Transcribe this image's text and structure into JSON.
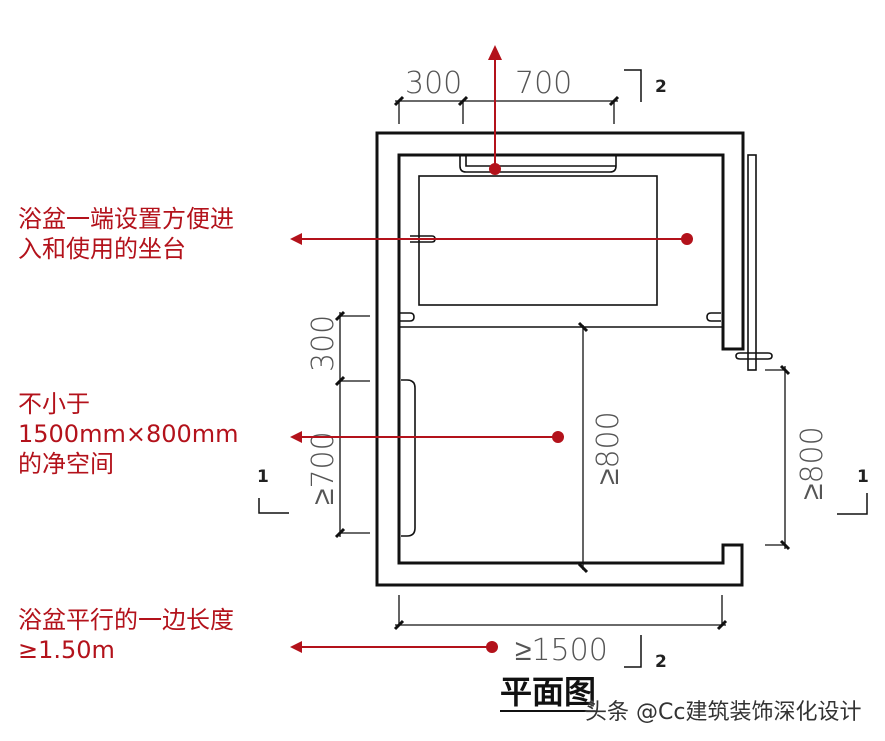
{
  "dimensions": {
    "top_left": "300",
    "top_right": "700",
    "left_upper": "300",
    "left_lower": "≥700",
    "middle": "≥800",
    "right": "≥800",
    "bottom": "≥1500"
  },
  "section_marks": {
    "one": "1",
    "two": "2"
  },
  "notes": [
    {
      "text": "浴盆一端设置方便进\n入和使用的坐台"
    },
    {
      "text": "不小于\n1500mm×800mm\n的净空间"
    },
    {
      "text": "浴盆平行的一边长度\n≥1.50m"
    }
  ],
  "title": "平面图",
  "watermark": "头条 @Cc建筑装饰深化设计",
  "colors": {
    "accent": "#b3121b",
    "line": "#111111"
  }
}
